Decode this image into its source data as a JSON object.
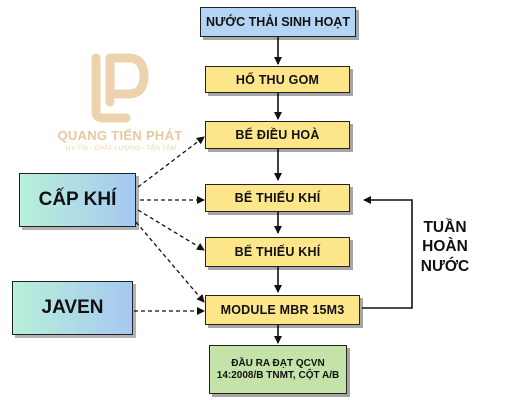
{
  "nodes": {
    "wastewater": "NƯỚC THẢI SINH HOẠT",
    "collection_tank": "HỐ THU GOM",
    "equalization_tank": "BỂ ĐIỀU HOÀ",
    "anoxic_tank_1": "BỂ THIẾU KHÍ",
    "anoxic_tank_2": "BỂ THIẾU KHÍ",
    "mbr_module": "MODULE MBR 15M3",
    "output": "ĐẦU RA ĐẠT QCVN 14:2008/B TNMT, CỘT A/B",
    "air_supply": "CẤP KHÍ",
    "javen": "JAVEN"
  },
  "recirculation_label": [
    "TUẦN",
    "HOÀN",
    "NƯỚC"
  ],
  "logo": {
    "name": "QUANG TIẾN PHÁT",
    "tagline": "UY TÍN - CHẤT LƯỢNG - TẬN TÂM"
  },
  "colors": {
    "blue_node": "#b3d4f5",
    "yellow_node": "#fde68a",
    "green_node": "#c5e3a8",
    "side_gradient_start": "#b8f0d8",
    "side_gradient_end": "#a6c8f2",
    "logo_gold": "#e7c9a0"
  }
}
